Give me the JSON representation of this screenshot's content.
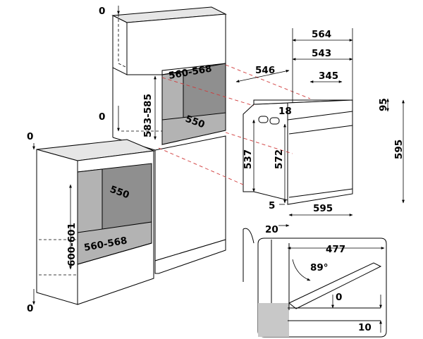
{
  "diagram": {
    "tall_cabinet": {
      "top_gap": "0",
      "mid_gap": "0",
      "niche_height": "583-585",
      "niche_width": "560-568",
      "niche_depth": "550"
    },
    "base_cabinet": {
      "top_gap": "0",
      "bottom_gap": "0",
      "niche_height": "600-601",
      "niche_width": "560-568",
      "niche_depth": "550"
    },
    "oven": {
      "total_depth": "564",
      "depth_543": "543",
      "body_depth": "546",
      "depth_345": "345",
      "top_offset": "95",
      "control_panel": "18",
      "body_height": "537",
      "front_height": "572",
      "front_height_total": "595",
      "front_width": "595",
      "bottom_gap": "5",
      "front_offset": "20"
    },
    "door_detail": {
      "width": "477",
      "angle": "89°",
      "gap_top": "0",
      "gap_bottom": "10"
    }
  }
}
